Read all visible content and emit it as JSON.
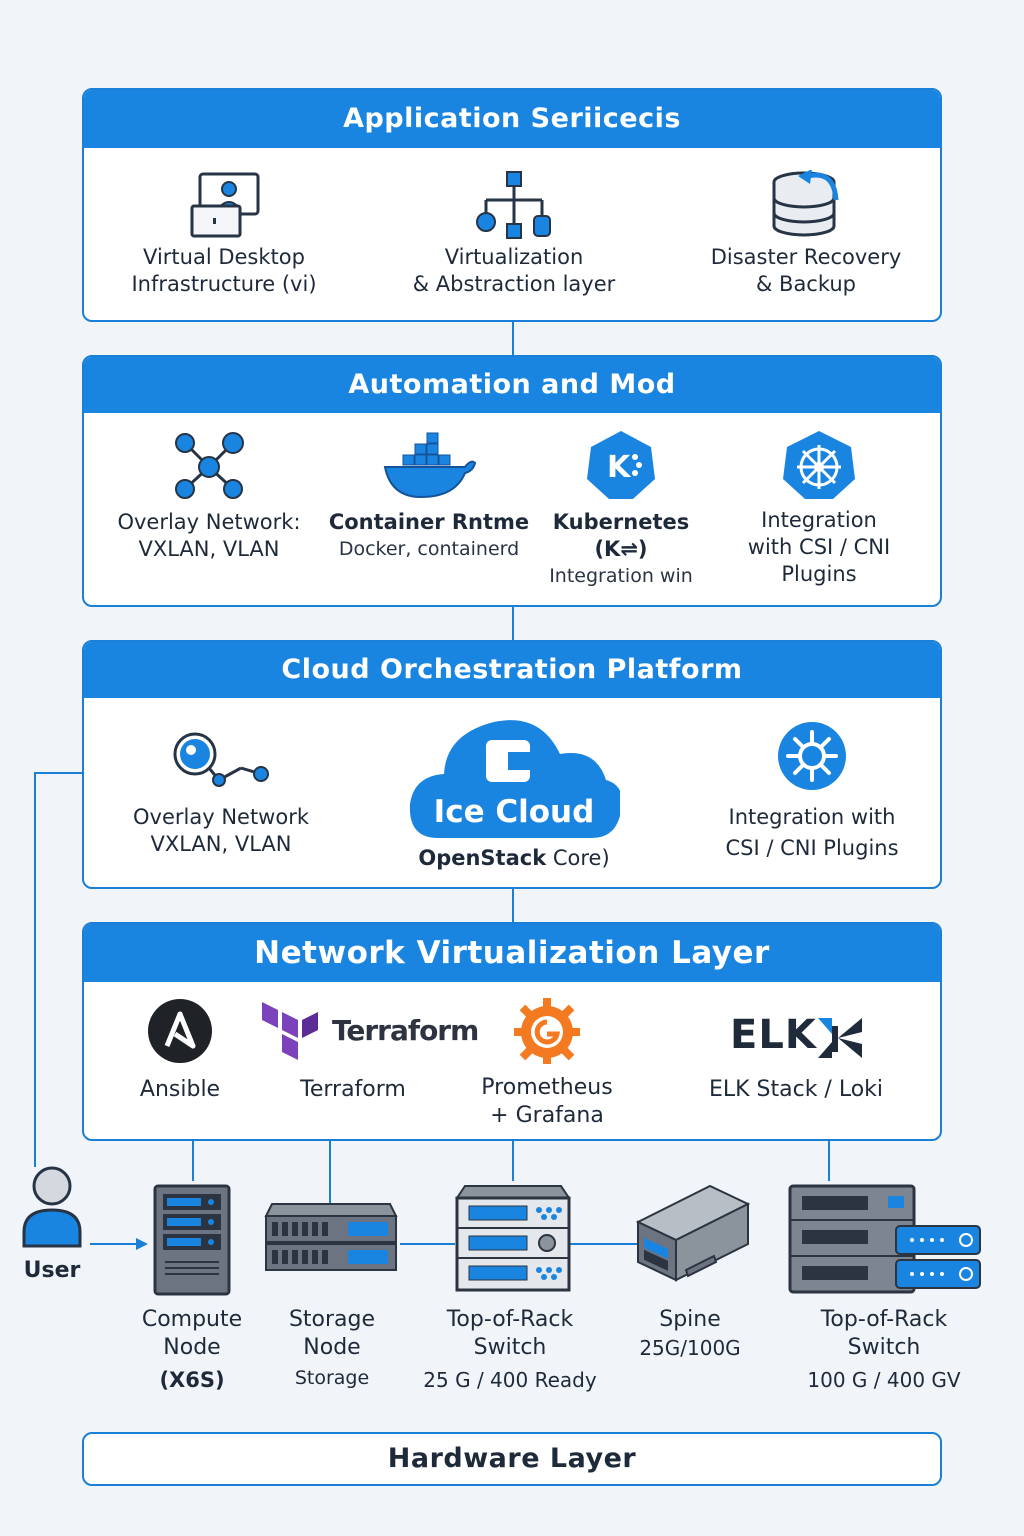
{
  "app_services": {
    "title": "Application Seriicecis",
    "items": [
      {
        "label": "Virtual Desktop\nInfrastructure (vi)",
        "icon": "vdi-monitor-icon"
      },
      {
        "label": "Virtualization\n& Abstraction layer",
        "icon": "hierarchy-icon"
      },
      {
        "label": "Disaster Recovery\n& Backup",
        "icon": "database-backup-icon"
      }
    ]
  },
  "automation": {
    "title": "Automation and Mod",
    "items": [
      {
        "label": "Overlay Network:\nVXLAN, VLAN",
        "icon": "network-nodes-icon"
      },
      {
        "label": "Container Rntme",
        "sub": "Docker, containerd",
        "icon": "docker-whale-icon"
      },
      {
        "label": "Kubernetes\n(K⇌)",
        "sub": "Integration win",
        "icon": "kubernetes-k-icon"
      },
      {
        "label": "Integration\nwith CSI / CNI\nPlugins",
        "icon": "helm-wheel-icon"
      }
    ]
  },
  "orchestration": {
    "title": "Cloud Orchestration Platform",
    "overlay": {
      "label": "Overlay Network",
      "sub": "VXLAN, VLAN",
      "icon": "overlay-link-icon"
    },
    "cloud": {
      "name": "Ice Cloud",
      "sub_bold": "OpenStack",
      "sub_rest": " Core)",
      "icon": "ice-cloud-icon"
    },
    "integration": {
      "label": "Integration  with\nCSI / CNI Plugins",
      "icon": "plugin-gear-icon"
    }
  },
  "network_virt": {
    "title": "Network Virtualization Layer",
    "tools": [
      {
        "label": "Ansible",
        "icon": "ansible-logo-icon"
      },
      {
        "label": "Terraform",
        "logo_text": "Terraform",
        "icon": "terraform-logo-icon"
      },
      {
        "label": "Prometheus\n+ Grafana",
        "icon": "grafana-logo-icon"
      },
      {
        "label": "ELK Stack / Loki",
        "logo_text": "ELK",
        "icon": "elk-logo-icon"
      }
    ]
  },
  "user": {
    "label": "User"
  },
  "hardware": [
    {
      "title": "Compute\nNode",
      "sub": "(X6S)",
      "icon": "server-rack-icon"
    },
    {
      "title": "Storage\nNode",
      "sub": "Storage",
      "icon": "storage-array-icon"
    },
    {
      "title": "Top-of-Rack\nSwitch",
      "sub": "25 G / 400 Ready",
      "icon": "switch-stack-icon"
    },
    {
      "title": "Spine",
      "sub": "25G/100G",
      "icon": "spine-switch-icon"
    },
    {
      "title": "Top-of-Rack\nSwitch",
      "sub": "100 G / 400 GV",
      "icon": "tor-switch-icon"
    }
  ],
  "hardware_layer": {
    "title": "Hardware Layer"
  },
  "colors": {
    "accent": "#1a85e0",
    "accent_dark": "#1a7fd6",
    "background": "#f1f5fa",
    "server_gray": "#5b6470"
  }
}
